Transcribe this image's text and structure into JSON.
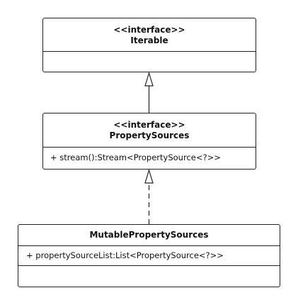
{
  "diagram": {
    "classes": [
      {
        "id": "iterable",
        "stereotype": "<<interface>>",
        "name": "Iterable",
        "attributes": [],
        "operations": []
      },
      {
        "id": "property_sources",
        "stereotype": "<<interface>>",
        "name": "PropertySources",
        "attributes": [],
        "operations": [
          "+ stream():Stream<PropertySource<?>>"
        ]
      },
      {
        "id": "mutable_property_sources",
        "stereotype": "",
        "name": "MutablePropertySources",
        "attributes": [
          "+ propertySourceList:List<PropertySource<?>>"
        ],
        "operations": []
      }
    ],
    "relations": [
      {
        "from": "property_sources",
        "to": "iterable",
        "type": "generalization",
        "line": "solid"
      },
      {
        "from": "mutable_property_sources",
        "to": "property_sources",
        "type": "realization",
        "line": "dashed"
      }
    ],
    "colors": {
      "line": "#222222",
      "background": "#ffffff",
      "text": "#111111"
    }
  }
}
